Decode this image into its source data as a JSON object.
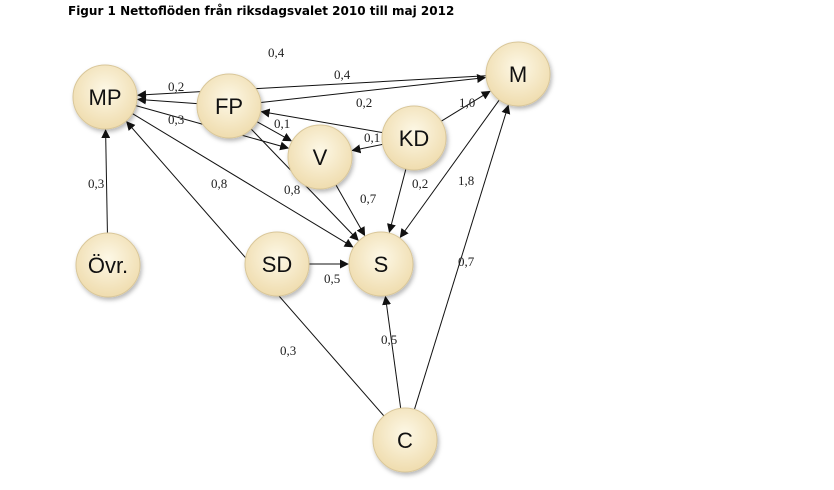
{
  "title": "Figur 1 Nettoflöden från riksdagsvalet 2010 till maj 2012",
  "nodes": [
    {
      "id": "MP",
      "label": "MP"
    },
    {
      "id": "FP",
      "label": "FP"
    },
    {
      "id": "V",
      "label": "V"
    },
    {
      "id": "KD",
      "label": "KD"
    },
    {
      "id": "M",
      "label": "M"
    },
    {
      "id": "S",
      "label": "S"
    },
    {
      "id": "SD",
      "label": "SD"
    },
    {
      "id": "OVR",
      "label": "Övr."
    },
    {
      "id": "C",
      "label": "C"
    }
  ],
  "edges": [
    {
      "from": "M",
      "to": "MP",
      "label": "0,4"
    },
    {
      "from": "FP",
      "to": "M",
      "label": "0,4"
    },
    {
      "from": "FP",
      "to": "MP",
      "label": "0,2"
    },
    {
      "from": "KD",
      "to": "FP",
      "label": "0,2"
    },
    {
      "from": "KD",
      "to": "M",
      "label": "1,0"
    },
    {
      "from": "MP",
      "to": "V",
      "label": "0,3"
    },
    {
      "from": "FP",
      "to": "V",
      "label": "0,1"
    },
    {
      "from": "KD",
      "to": "V",
      "label": "0,1"
    },
    {
      "from": "MP",
      "to": "S",
      "label": "0,8"
    },
    {
      "from": "FP",
      "to": "S",
      "label": "0,8"
    },
    {
      "from": "V",
      "to": "S",
      "label": "0,7"
    },
    {
      "from": "KD",
      "to": "S",
      "label": "0,2"
    },
    {
      "from": "M",
      "to": "S",
      "label": "1,8"
    },
    {
      "from": "OVR",
      "to": "MP",
      "label": "0,3"
    },
    {
      "from": "SD",
      "to": "S",
      "label": "0,5"
    },
    {
      "from": "C",
      "to": "S",
      "label": "0,5"
    },
    {
      "from": "C",
      "to": "MP",
      "label": "0,3"
    },
    {
      "from": "C",
      "to": "M",
      "label": "0,7"
    }
  ],
  "colors": {
    "node_fill_center": "#fdf8e6",
    "node_fill_edge": "#efdcae",
    "node_stroke": "#d9c79a",
    "edge": "#111111"
  }
}
